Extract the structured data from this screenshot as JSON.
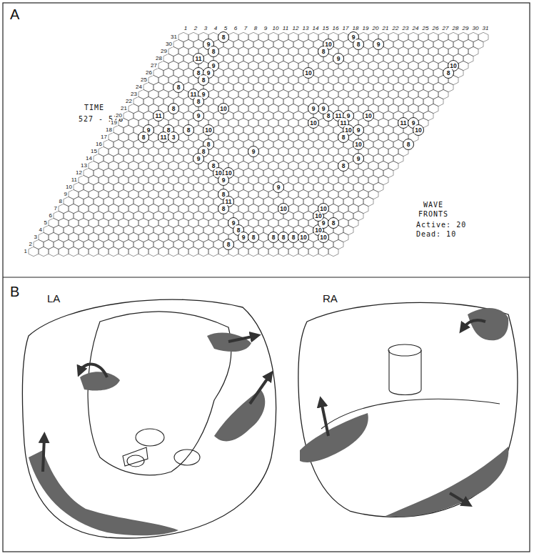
{
  "diagram": {
    "labels": [
      "A",
      "TIME",
      "527 - 528",
      "1",
      "2",
      "3",
      "4",
      "5",
      "6",
      "7",
      "8",
      "9",
      "10",
      "11",
      "12",
      "13",
      "14",
      "15",
      "16",
      "17",
      "18",
      "19",
      "20",
      "21",
      "22",
      "23",
      "24",
      "25",
      "26",
      "27",
      "28",
      "29",
      "30",
      "31",
      "1",
      "2",
      "3",
      "4",
      "5",
      "6",
      "7",
      "8",
      "9",
      "10",
      "11",
      "12",
      "13",
      "14",
      "15",
      "16",
      "17",
      "18",
      "19",
      "20",
      "21",
      "22",
      "23",
      "24",
      "25",
      "26",
      "27",
      "28",
      "29",
      "30",
      "31",
      "8",
      "9",
      "8",
      "11",
      "9",
      "8",
      "9",
      "8",
      "8",
      "11",
      "9",
      "8",
      "8",
      "10",
      "11",
      "9",
      "9",
      "8",
      "8",
      "10",
      "8",
      "11",
      "3",
      "8",
      "8",
      "9",
      "8",
      "10",
      "10",
      "9",
      "8",
      "11",
      "8",
      "9",
      "8",
      "9",
      "8",
      "8",
      "8",
      "8",
      "8",
      "10",
      "10",
      "10",
      "9",
      "10",
      "10",
      "8",
      "10",
      "9",
      "9",
      "8",
      "9",
      "9",
      "10",
      "11",
      "9",
      "10",
      "11",
      "10",
      "9",
      "8",
      "10",
      "9",
      "8",
      "11",
      "9",
      "10",
      "8",
      "9",
      "8",
      "9",
      "10",
      "8",
      "9",
      "10",
      "8",
      "10",
      "WAVE FRONTS",
      "Active: 20",
      "Dead: 10",
      "B",
      "LA",
      "RA"
    ]
  }
}
